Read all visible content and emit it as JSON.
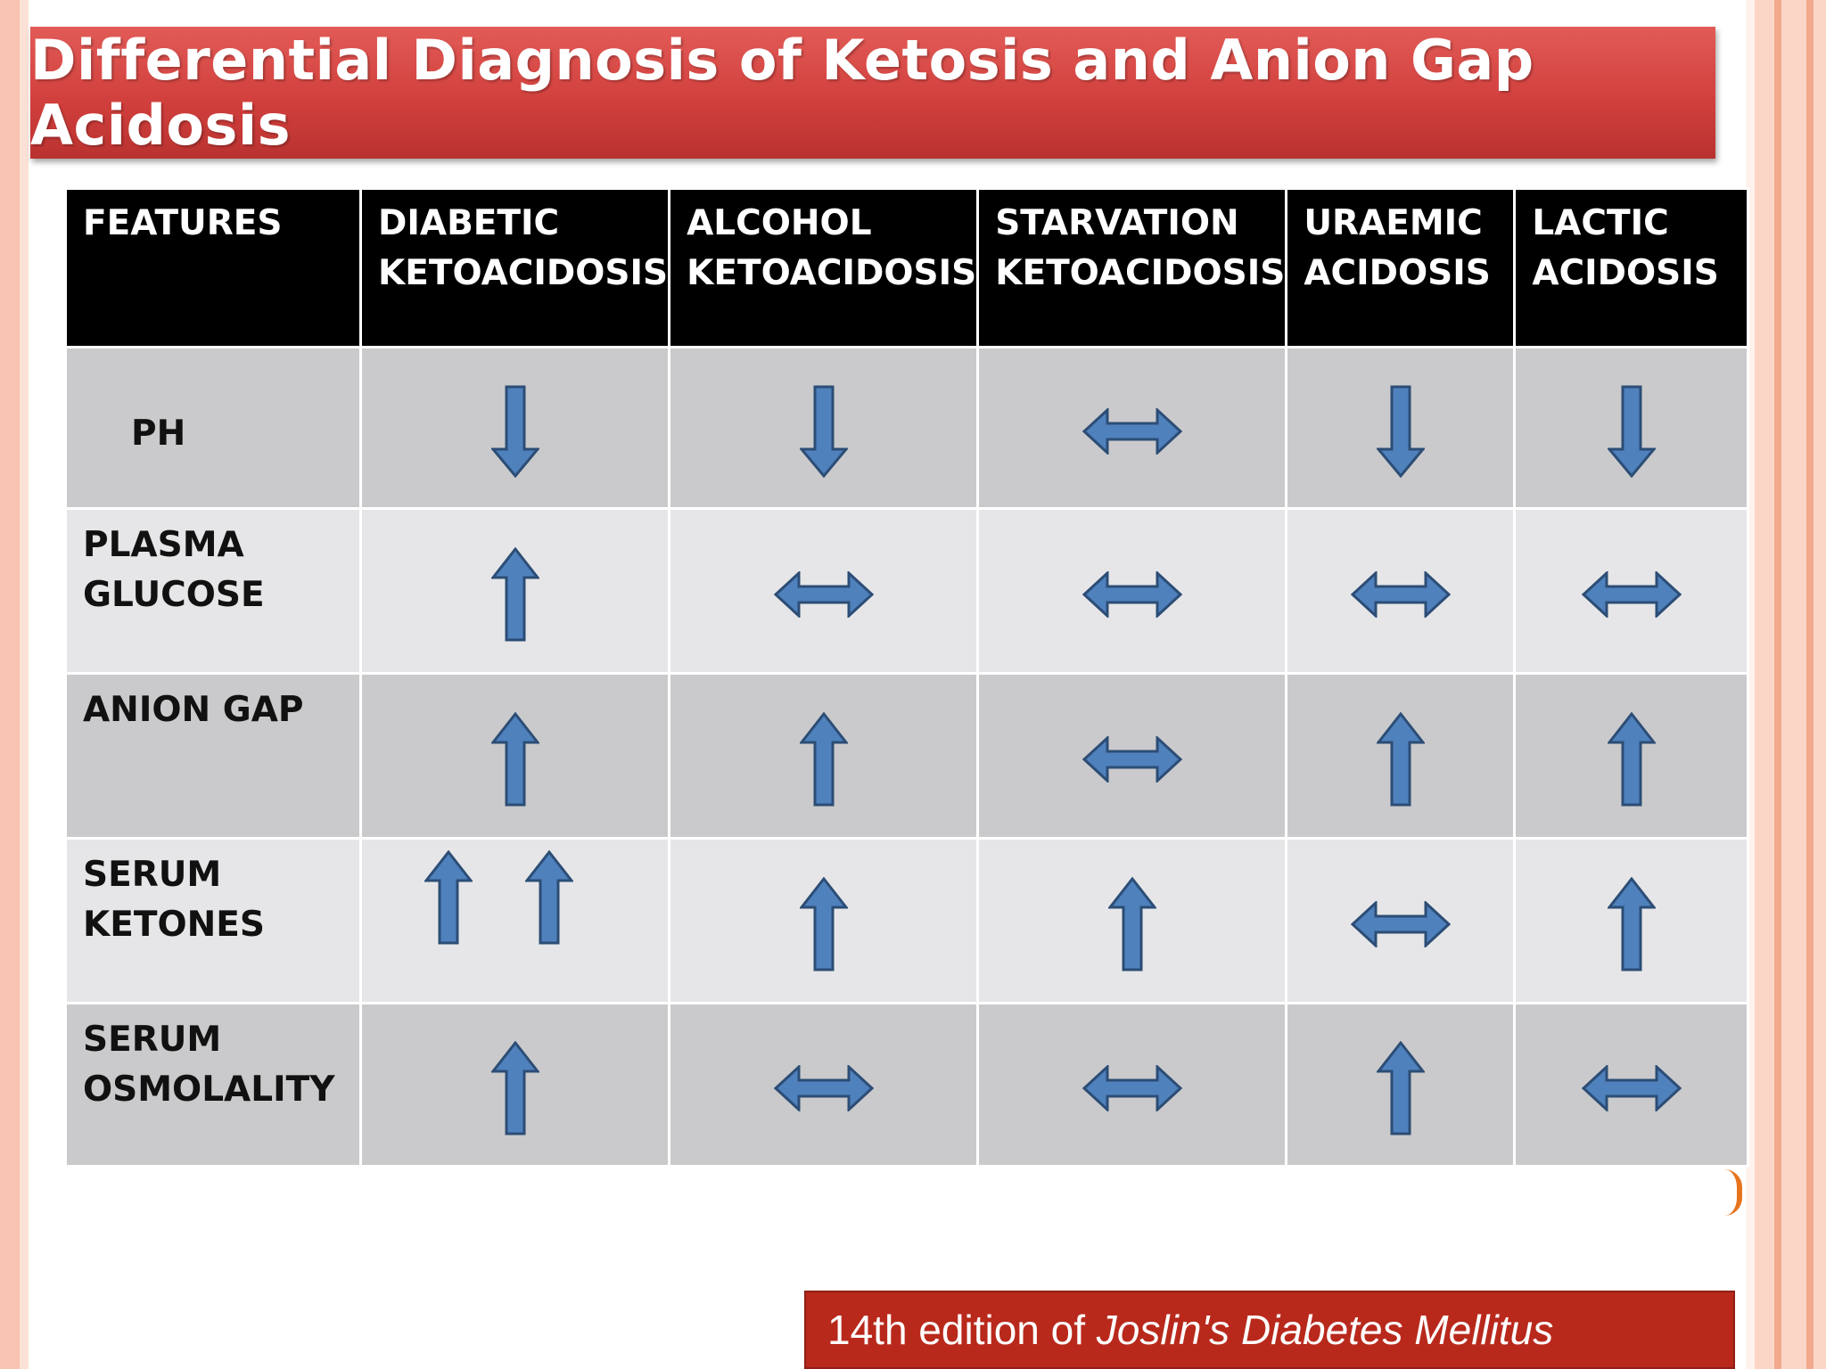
{
  "title": "Differential Diagnosis of Ketosis and Anion Gap Acidosis",
  "citation": {
    "prefix": "14th edition of ",
    "source": "Joslin's Diabetes Mellitus"
  },
  "table": {
    "headers": [
      [
        "FEATURES"
      ],
      [
        "DIABETIC",
        "KETOACIDOSIS"
      ],
      [
        "ALCOHOL",
        "KETOACIDOSIS"
      ],
      [
        "STARVATION",
        "KETOACIDOSIS"
      ],
      [
        "URAEMIC",
        "ACIDOSIS"
      ],
      [
        "LACTIC",
        "ACIDOSIS"
      ]
    ],
    "rows": [
      {
        "feature": [
          "PH"
        ],
        "values": [
          "down",
          "down",
          "both",
          "down",
          "down"
        ]
      },
      {
        "feature": [
          "PLASMA",
          "GLUCOSE"
        ],
        "values": [
          "up",
          "both",
          "both",
          "both",
          "both"
        ]
      },
      {
        "feature": [
          "ANION GAP"
        ],
        "values": [
          "up",
          "up",
          "both",
          "up",
          "up"
        ]
      },
      {
        "feature": [
          "SERUM",
          "KETONES"
        ],
        "values": [
          "up-up",
          "up",
          "up",
          "both",
          "up"
        ]
      },
      {
        "feature": [
          "SERUM",
          "OSMOLALITY"
        ],
        "values": [
          "up",
          "both",
          "both",
          "up",
          "both"
        ]
      }
    ]
  },
  "colors": {
    "arrow_fill": "#4f81bd",
    "arrow_stroke": "#2c4d75",
    "banner": "#d2403d",
    "citation_bg": "#b8291c"
  }
}
